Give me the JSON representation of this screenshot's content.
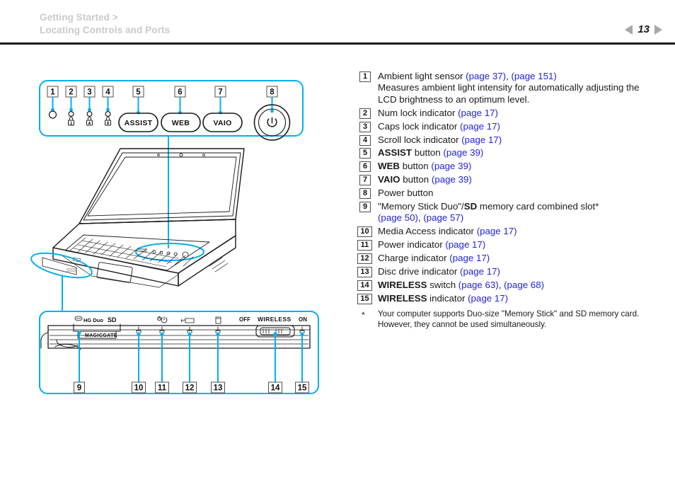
{
  "header": {
    "breadcrumb_line1": "Getting Started >",
    "breadcrumb_line2": "Locating Controls and Ports",
    "page_number": "13",
    "prev_icon": "triangle-left-icon",
    "next_icon": "triangle-right-icon"
  },
  "colors": {
    "accent_cyan": "#00b0f0",
    "link_blue": "#2222dd",
    "header_grey": "#c9c9c9",
    "rule_black": "#1c1c1c",
    "line_art": "#1a1a1a"
  },
  "legend": {
    "items": [
      {
        "num": "1",
        "text_before": "Ambient light sensor ",
        "bold": "",
        "links": [
          "(page 37)",
          "(page 151)"
        ],
        "link_join": ", ",
        "sub_lines": [
          "Measures ambient light intensity for automatically adjusting the",
          "LCD brightness to an optimum level."
        ]
      },
      {
        "num": "2",
        "text_before": "Num lock indicator ",
        "bold": "",
        "links": [
          "(page 17)"
        ],
        "sub_lines": []
      },
      {
        "num": "3",
        "text_before": "Caps lock indicator ",
        "bold": "",
        "links": [
          "(page 17)"
        ],
        "sub_lines": []
      },
      {
        "num": "4",
        "text_before": "Scroll lock indicator ",
        "bold": "",
        "links": [
          "(page 17)"
        ],
        "sub_lines": []
      },
      {
        "num": "5",
        "bold": "ASSIST",
        "text_after": " button ",
        "links": [
          "(page 39)"
        ],
        "sub_lines": []
      },
      {
        "num": "6",
        "bold": "WEB",
        "text_after": " button ",
        "links": [
          "(page 39)"
        ],
        "sub_lines": []
      },
      {
        "num": "7",
        "bold": "VAIO",
        "text_after": " button ",
        "links": [
          "(page 39)"
        ],
        "sub_lines": []
      },
      {
        "num": "8",
        "text_before": "Power button",
        "bold": "",
        "links": [],
        "sub_lines": []
      },
      {
        "num": "9",
        "text_before": "\"Memory Stick Duo\"/",
        "bold": "SD",
        "text_after": " memory card combined slot*",
        "links": [],
        "sub_links": [
          "(page 50)",
          "(page 57)"
        ],
        "sub_lines": []
      },
      {
        "num": "10",
        "text_before": "Media Access indicator ",
        "bold": "",
        "links": [
          "(page 17)"
        ],
        "sub_lines": []
      },
      {
        "num": "11",
        "text_before": "Power indicator ",
        "bold": "",
        "links": [
          "(page 17)"
        ],
        "sub_lines": []
      },
      {
        "num": "12",
        "text_before": "Charge indicator ",
        "bold": "",
        "links": [
          "(page 17)"
        ],
        "sub_lines": []
      },
      {
        "num": "13",
        "text_before": "Disc drive indicator ",
        "bold": "",
        "links": [
          "(page 17)"
        ],
        "sub_lines": []
      },
      {
        "num": "14",
        "bold": "WIRELESS",
        "text_after": " switch ",
        "links": [
          "(page 63)",
          "(page 68)"
        ],
        "link_join": ", ",
        "sub_lines": []
      },
      {
        "num": "15",
        "bold": "WIRELESS",
        "text_after": " indicator ",
        "links": [
          "(page 17)"
        ],
        "sub_lines": []
      }
    ],
    "footnote": {
      "marker": "*",
      "line1": "Your computer supports Duo-size \"Memory Stick\" and SD memory card.",
      "line2": "However, they cannot be used simultaneously."
    }
  },
  "diagram_top": {
    "callouts": [
      "1",
      "2",
      "3",
      "4",
      "5",
      "6",
      "7",
      "8"
    ],
    "buttons": [
      {
        "label": "ASSIST",
        "name": "assist-button"
      },
      {
        "label": "WEB",
        "name": "web-button"
      },
      {
        "label": "VAIO",
        "name": "vaio-button"
      }
    ],
    "power_glyph": "power-icon",
    "indicator_glyphs": [
      "ambient-light-sensor-icon",
      "num-lock-icon",
      "caps-lock-icon",
      "scroll-lock-icon"
    ]
  },
  "diagram_bottom": {
    "callouts": [
      "9",
      "10",
      "11",
      "12",
      "13",
      "14",
      "15"
    ],
    "slot_labels": {
      "memory_stick": "HG Duo",
      "sd": "SD",
      "magicgate": "MAGICGATE"
    },
    "switch": {
      "off_label": "OFF",
      "name_label": "WIRELESS",
      "on_label": "ON"
    }
  }
}
